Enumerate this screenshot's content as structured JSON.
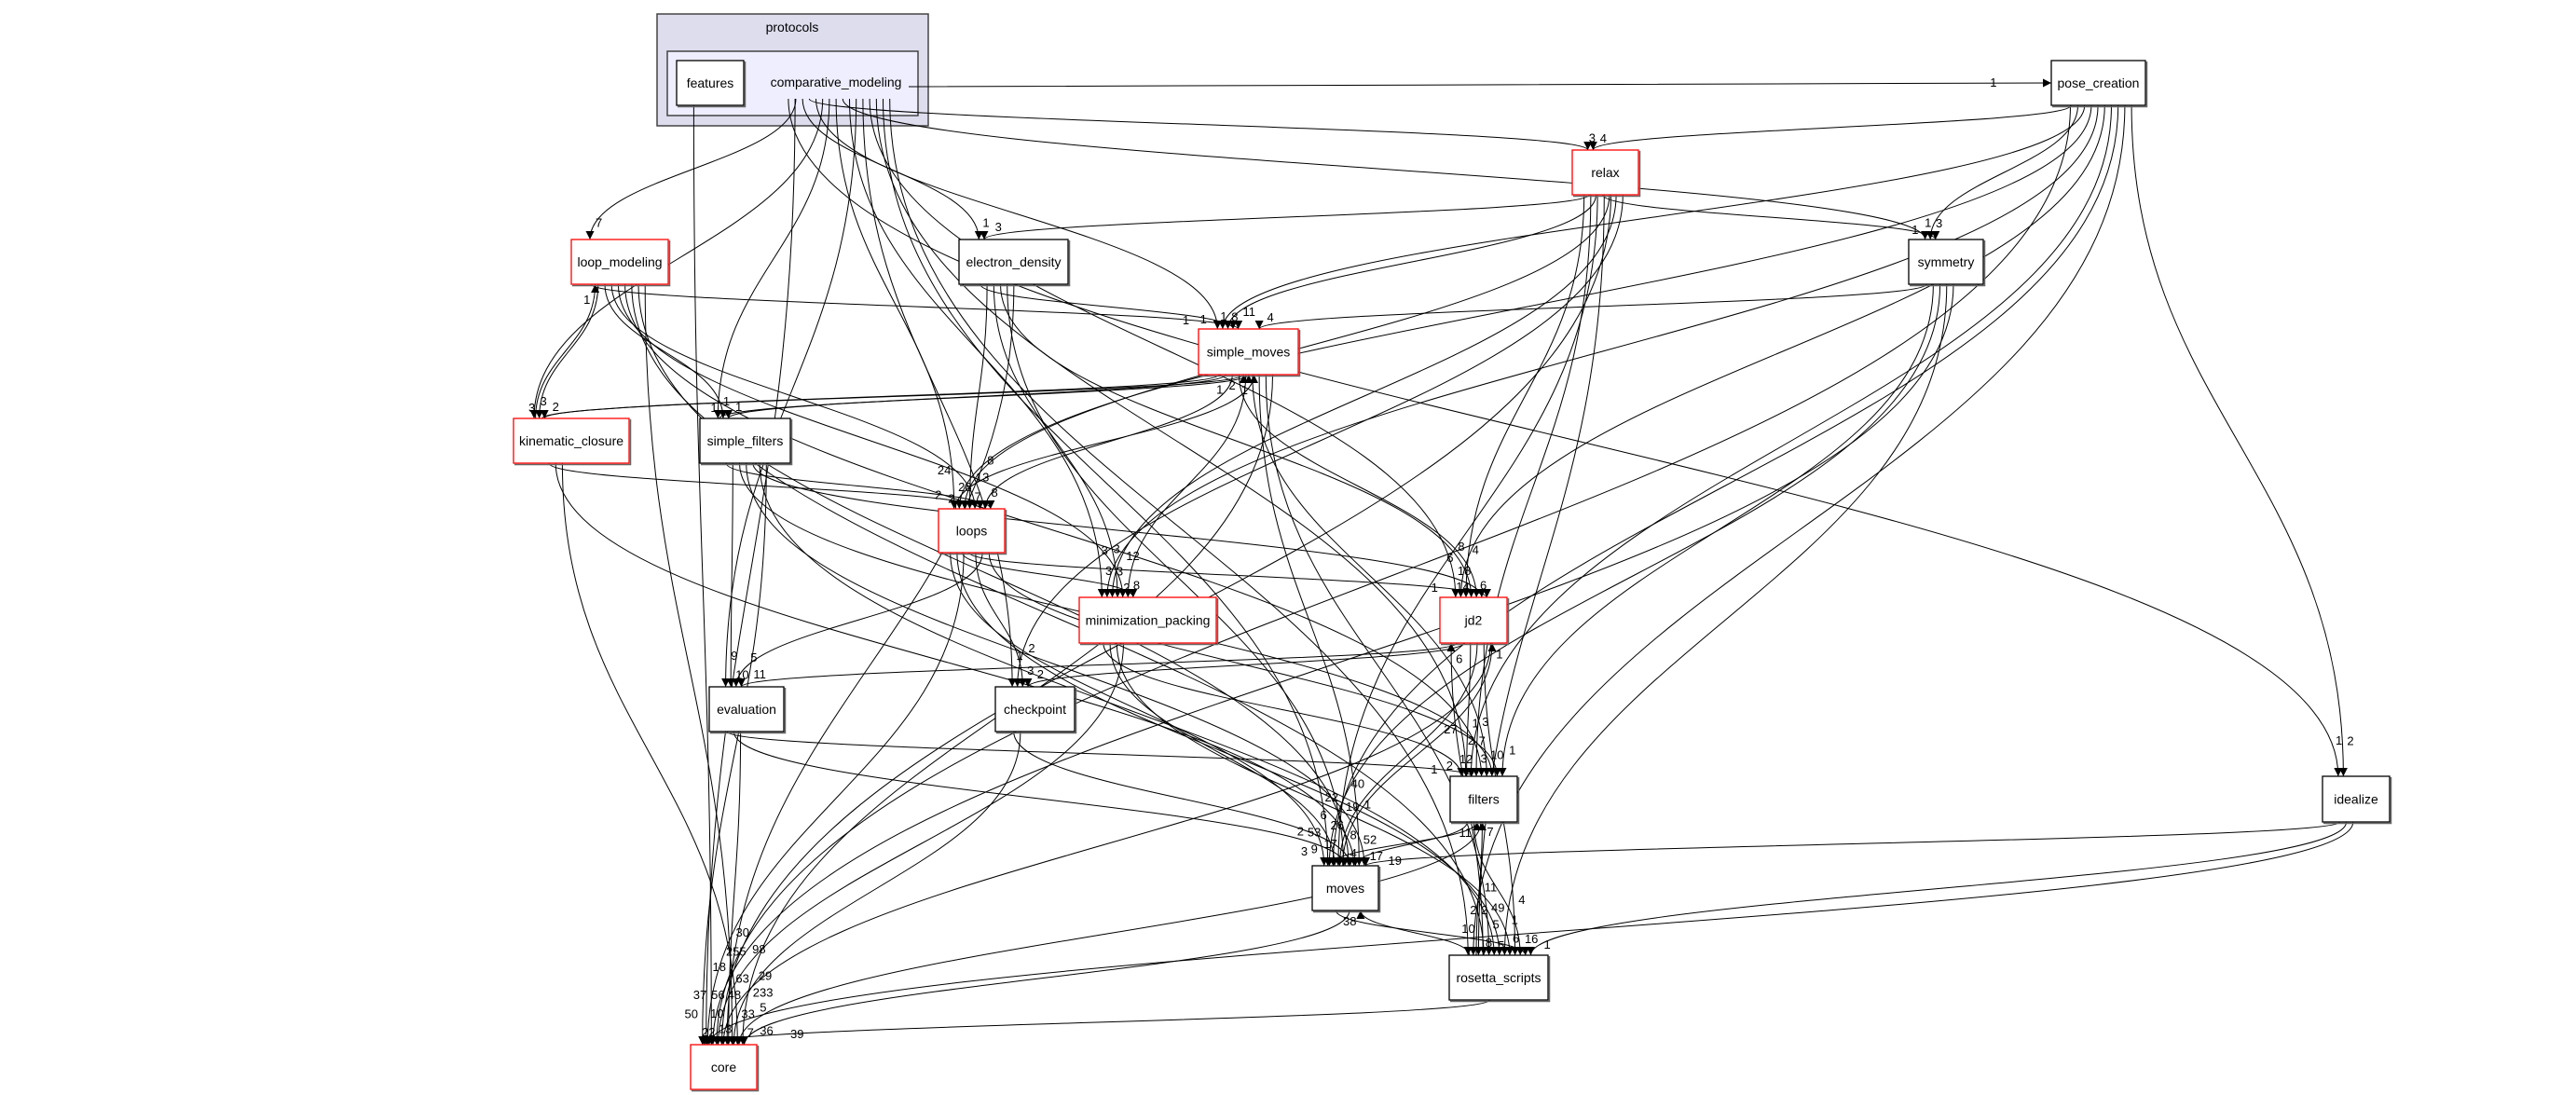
{
  "colors": {
    "cluster_outer_fill": "#ddddee",
    "cluster_inner_fill": "#eeeeff",
    "node_fill": "#ffffff",
    "node_border_plain": "#000000",
    "node_border_has_subdirs": "#ff0000",
    "edge": "#000000"
  },
  "clusters": {
    "outer": {
      "label": "protocols"
    },
    "inner": {
      "label": "comparative_modeling"
    }
  },
  "nodes": [
    {
      "id": "features",
      "label": "features",
      "subdirs": false
    },
    {
      "id": "pose_creation",
      "label": "pose_creation",
      "subdirs": false
    },
    {
      "id": "relax",
      "label": "relax",
      "subdirs": true
    },
    {
      "id": "loop_modeling",
      "label": "loop_modeling",
      "subdirs": true
    },
    {
      "id": "electron_density",
      "label": "electron_density",
      "subdirs": false
    },
    {
      "id": "symmetry",
      "label": "symmetry",
      "subdirs": false
    },
    {
      "id": "simple_moves",
      "label": "simple_moves",
      "subdirs": true
    },
    {
      "id": "kinematic_closure",
      "label": "kinematic_closure",
      "subdirs": true
    },
    {
      "id": "simple_filters",
      "label": "simple_filters",
      "subdirs": false
    },
    {
      "id": "loops",
      "label": "loops",
      "subdirs": true
    },
    {
      "id": "minimization_packing",
      "label": "minimization_packing",
      "subdirs": true
    },
    {
      "id": "jd2",
      "label": "jd2",
      "subdirs": true
    },
    {
      "id": "evaluation",
      "label": "evaluation",
      "subdirs": false
    },
    {
      "id": "checkpoint",
      "label": "checkpoint",
      "subdirs": false
    },
    {
      "id": "filters",
      "label": "filters",
      "subdirs": false
    },
    {
      "id": "idealize",
      "label": "idealize",
      "subdirs": false
    },
    {
      "id": "moves",
      "label": "moves",
      "subdirs": false
    },
    {
      "id": "rosetta_scripts",
      "label": "rosetta_scripts",
      "subdirs": false
    },
    {
      "id": "core",
      "label": "core",
      "subdirs": true
    }
  ],
  "edges": [
    {
      "from": "comparative_modeling",
      "to": "pose_creation",
      "label": "1"
    },
    {
      "from": "comparative_modeling",
      "to": "loop_modeling",
      "label": "7"
    },
    {
      "from": "comparative_modeling",
      "to": "electron_density",
      "label": "1"
    },
    {
      "from": "comparative_modeling",
      "to": "relax",
      "label": "3"
    },
    {
      "from": "comparative_modeling",
      "to": "simple_moves",
      "label": "1"
    },
    {
      "from": "comparative_modeling",
      "to": "kinematic_closure",
      "label": "3"
    },
    {
      "from": "comparative_modeling",
      "to": "simple_filters",
      "label": "1"
    },
    {
      "from": "comparative_modeling",
      "to": "loops",
      "label": "28"
    },
    {
      "from": "comparative_modeling",
      "to": "symmetry",
      "label": "1"
    },
    {
      "from": "comparative_modeling",
      "to": "minimization_packing",
      "label": "3"
    },
    {
      "from": "comparative_modeling",
      "to": "evaluation",
      "label": "9"
    },
    {
      "from": "comparative_modeling",
      "to": "checkpoint",
      "label": "1"
    },
    {
      "from": "comparative_modeling",
      "to": "jd2",
      "label": "18"
    },
    {
      "from": "comparative_modeling",
      "to": "filters",
      "label": "2"
    },
    {
      "from": "comparative_modeling",
      "to": "moves",
      "label": "26"
    },
    {
      "from": "comparative_modeling",
      "to": "rosetta_scripts",
      "label": "2"
    },
    {
      "from": "comparative_modeling",
      "to": "idealize",
      "label": "1"
    },
    {
      "from": "comparative_modeling",
      "to": "core",
      "label": "56"
    },
    {
      "from": "features",
      "to": "core",
      "label": "37"
    },
    {
      "from": "pose_creation",
      "to": "relax",
      "label": "4"
    },
    {
      "from": "pose_creation",
      "to": "symmetry",
      "label": "3"
    },
    {
      "from": "pose_creation",
      "to": "simple_moves",
      "label": "8"
    },
    {
      "from": "pose_creation",
      "to": "loops",
      "label": "13"
    },
    {
      "from": "pose_creation",
      "to": "minimization_packing",
      "label": "3"
    },
    {
      "from": "pose_creation",
      "to": "jd2",
      "label": "4"
    },
    {
      "from": "pose_creation",
      "to": "filters",
      "label": "7"
    },
    {
      "from": "pose_creation",
      "to": "moves",
      "label": "19"
    },
    {
      "from": "pose_creation",
      "to": "rosetta_scripts",
      "label": "2"
    },
    {
      "from": "pose_creation",
      "to": "idealize",
      "label": "2"
    },
    {
      "from": "pose_creation",
      "to": "core",
      "label": "48"
    },
    {
      "from": "relax",
      "to": "electron_density",
      "label": "3"
    },
    {
      "from": "relax",
      "to": "simple_moves",
      "label": "11"
    },
    {
      "from": "relax",
      "to": "symmetry",
      "label": "1"
    },
    {
      "from": "relax",
      "to": "loops",
      "label": "8"
    },
    {
      "from": "relax",
      "to": "minimization_packing",
      "label": "12"
    },
    {
      "from": "relax",
      "to": "checkpoint",
      "label": "2"
    },
    {
      "from": "relax",
      "to": "jd2",
      "label": "8"
    },
    {
      "from": "relax",
      "to": "filters",
      "label": "3"
    },
    {
      "from": "relax",
      "to": "moves",
      "label": "22"
    },
    {
      "from": "relax",
      "to": "rosetta_scripts",
      "label": "11"
    },
    {
      "from": "relax",
      "to": "core",
      "label": "63"
    },
    {
      "from": "electron_density",
      "to": "simple_moves",
      "label": "1"
    },
    {
      "from": "electron_density",
      "to": "loops",
      "label": "7"
    },
    {
      "from": "electron_density",
      "to": "minimization_packing",
      "label": "3"
    },
    {
      "from": "electron_density",
      "to": "jd2",
      "label": "6"
    },
    {
      "from": "electron_density",
      "to": "moves",
      "label": "17"
    },
    {
      "from": "electron_density",
      "to": "core",
      "label": "10"
    },
    {
      "from": "loop_modeling",
      "to": "simple_moves",
      "label": "1"
    },
    {
      "from": "loop_modeling",
      "to": "kinematic_closure",
      "label": "3"
    },
    {
      "from": "loop_modeling",
      "to": "simple_filters",
      "label": "1"
    },
    {
      "from": "loop_modeling",
      "to": "loops",
      "label": "24"
    },
    {
      "from": "loop_modeling",
      "to": "minimization_packing",
      "label": "3"
    },
    {
      "from": "loop_modeling",
      "to": "filters",
      "label": "12"
    },
    {
      "from": "loop_modeling",
      "to": "moves",
      "label": "8"
    },
    {
      "from": "loop_modeling",
      "to": "rosetta_scripts",
      "label": "10"
    },
    {
      "from": "loop_modeling",
      "to": "core",
      "label": "18"
    },
    {
      "from": "kinematic_closure",
      "to": "loop_modeling",
      "label": "1"
    },
    {
      "from": "kinematic_closure",
      "to": "simple_moves",
      "label": "2"
    },
    {
      "from": "kinematic_closure",
      "to": "loops",
      "label": "2"
    },
    {
      "from": "kinematic_closure",
      "to": "moves",
      "label": "6"
    },
    {
      "from": "kinematic_closure",
      "to": "core",
      "label": "33"
    },
    {
      "from": "simple_moves",
      "to": "kinematic_closure",
      "label": "2"
    },
    {
      "from": "simple_moves",
      "to": "simple_filters",
      "label": "1"
    },
    {
      "from": "simple_moves",
      "to": "loops",
      "label": "8"
    },
    {
      "from": "simple_moves",
      "to": "jd2",
      "label": "6"
    },
    {
      "from": "simple_moves",
      "to": "minimization_packing",
      "label": "8"
    },
    {
      "from": "simple_moves",
      "to": "filters",
      "label": "10"
    },
    {
      "from": "simple_moves",
      "to": "moves",
      "label": "52"
    },
    {
      "from": "simple_moves",
      "to": "rosetta_scripts",
      "label": "5"
    },
    {
      "from": "simple_moves",
      "to": "core",
      "label": "233"
    },
    {
      "from": "simple_filters",
      "to": "simple_moves",
      "label": "1"
    },
    {
      "from": "simple_filters",
      "to": "loops",
      "label": "2"
    },
    {
      "from": "simple_filters",
      "to": "evaluation",
      "label": "10"
    },
    {
      "from": "simple_filters",
      "to": "filters",
      "label": "27"
    },
    {
      "from": "simple_filters",
      "to": "moves",
      "label": "4"
    },
    {
      "from": "simple_filters",
      "to": "jd2",
      "label": "14"
    },
    {
      "from": "simple_filters",
      "to": "rosetta_scripts",
      "label": "49"
    },
    {
      "from": "simple_filters",
      "to": "core",
      "label": "50"
    },
    {
      "from": "loops",
      "to": "simple_moves",
      "label": "1"
    },
    {
      "from": "loops",
      "to": "minimization_packing",
      "label": "2"
    },
    {
      "from": "loops",
      "to": "jd2",
      "label": "1"
    },
    {
      "from": "loops",
      "to": "checkpoint",
      "label": "3"
    },
    {
      "from": "loops",
      "to": "evaluation",
      "label": "5"
    },
    {
      "from": "loops",
      "to": "filters",
      "label": "3"
    },
    {
      "from": "loops",
      "to": "moves",
      "label": "9"
    },
    {
      "from": "loops",
      "to": "rosetta_scripts",
      "label": "8"
    },
    {
      "from": "loops",
      "to": "core",
      "label": "255"
    },
    {
      "from": "symmetry",
      "to": "simple_moves",
      "label": "4"
    },
    {
      "from": "symmetry",
      "to": "filters",
      "label": "1"
    },
    {
      "from": "symmetry",
      "to": "moves",
      "label": "40"
    },
    {
      "from": "symmetry",
      "to": "rosetta_scripts",
      "label": "1"
    },
    {
      "from": "symmetry",
      "to": "core",
      "label": "98"
    },
    {
      "from": "minimization_packing",
      "to": "filters",
      "label": "2"
    },
    {
      "from": "minimization_packing",
      "to": "moves",
      "label": "53"
    },
    {
      "from": "minimization_packing",
      "to": "rosetta_scripts",
      "label": "6"
    },
    {
      "from": "minimization_packing",
      "to": "core",
      "label": "22"
    },
    {
      "from": "jd2",
      "to": "evaluation",
      "label": "11"
    },
    {
      "from": "jd2",
      "to": "checkpoint",
      "label": "2"
    },
    {
      "from": "jd2",
      "to": "filters",
      "label": "1"
    },
    {
      "from": "jd2",
      "to": "moves",
      "label": "1"
    },
    {
      "from": "jd2",
      "to": "rosetta_scripts",
      "label": "4"
    },
    {
      "from": "jd2",
      "to": "core",
      "label": "29"
    },
    {
      "from": "evaluation",
      "to": "filters",
      "label": "1"
    },
    {
      "from": "evaluation",
      "to": "moves",
      "label": "3"
    },
    {
      "from": "evaluation",
      "to": "core",
      "label": "30"
    },
    {
      "from": "checkpoint",
      "to": "moves",
      "label": "2"
    },
    {
      "from": "checkpoint",
      "to": "core",
      "label": "13"
    },
    {
      "from": "filters",
      "to": "moves",
      "label": "17"
    },
    {
      "from": "filters",
      "to": "rosetta_scripts",
      "label": "16"
    },
    {
      "from": "filters",
      "to": "core",
      "label": "7"
    },
    {
      "from": "moves",
      "to": "filters",
      "label": "11"
    },
    {
      "from": "moves",
      "to": "rosetta_scripts",
      "label": "5"
    },
    {
      "from": "moves",
      "to": "jd2",
      "label": "1"
    },
    {
      "from": "moves",
      "to": "core",
      "label": "36"
    },
    {
      "from": "rosetta_scripts",
      "to": "moves",
      "label": "38"
    },
    {
      "from": "rosetta_scripts",
      "to": "filters",
      "label": "7"
    },
    {
      "from": "rosetta_scripts",
      "to": "jd2",
      "label": "6"
    },
    {
      "from": "rosetta_scripts",
      "to": "core",
      "label": "39"
    },
    {
      "from": "idealize",
      "to": "moves",
      "label": "19"
    },
    {
      "from": "idealize",
      "to": "rosetta_scripts",
      "label": "1"
    },
    {
      "from": "idealize",
      "to": "core",
      "label": "5"
    }
  ]
}
